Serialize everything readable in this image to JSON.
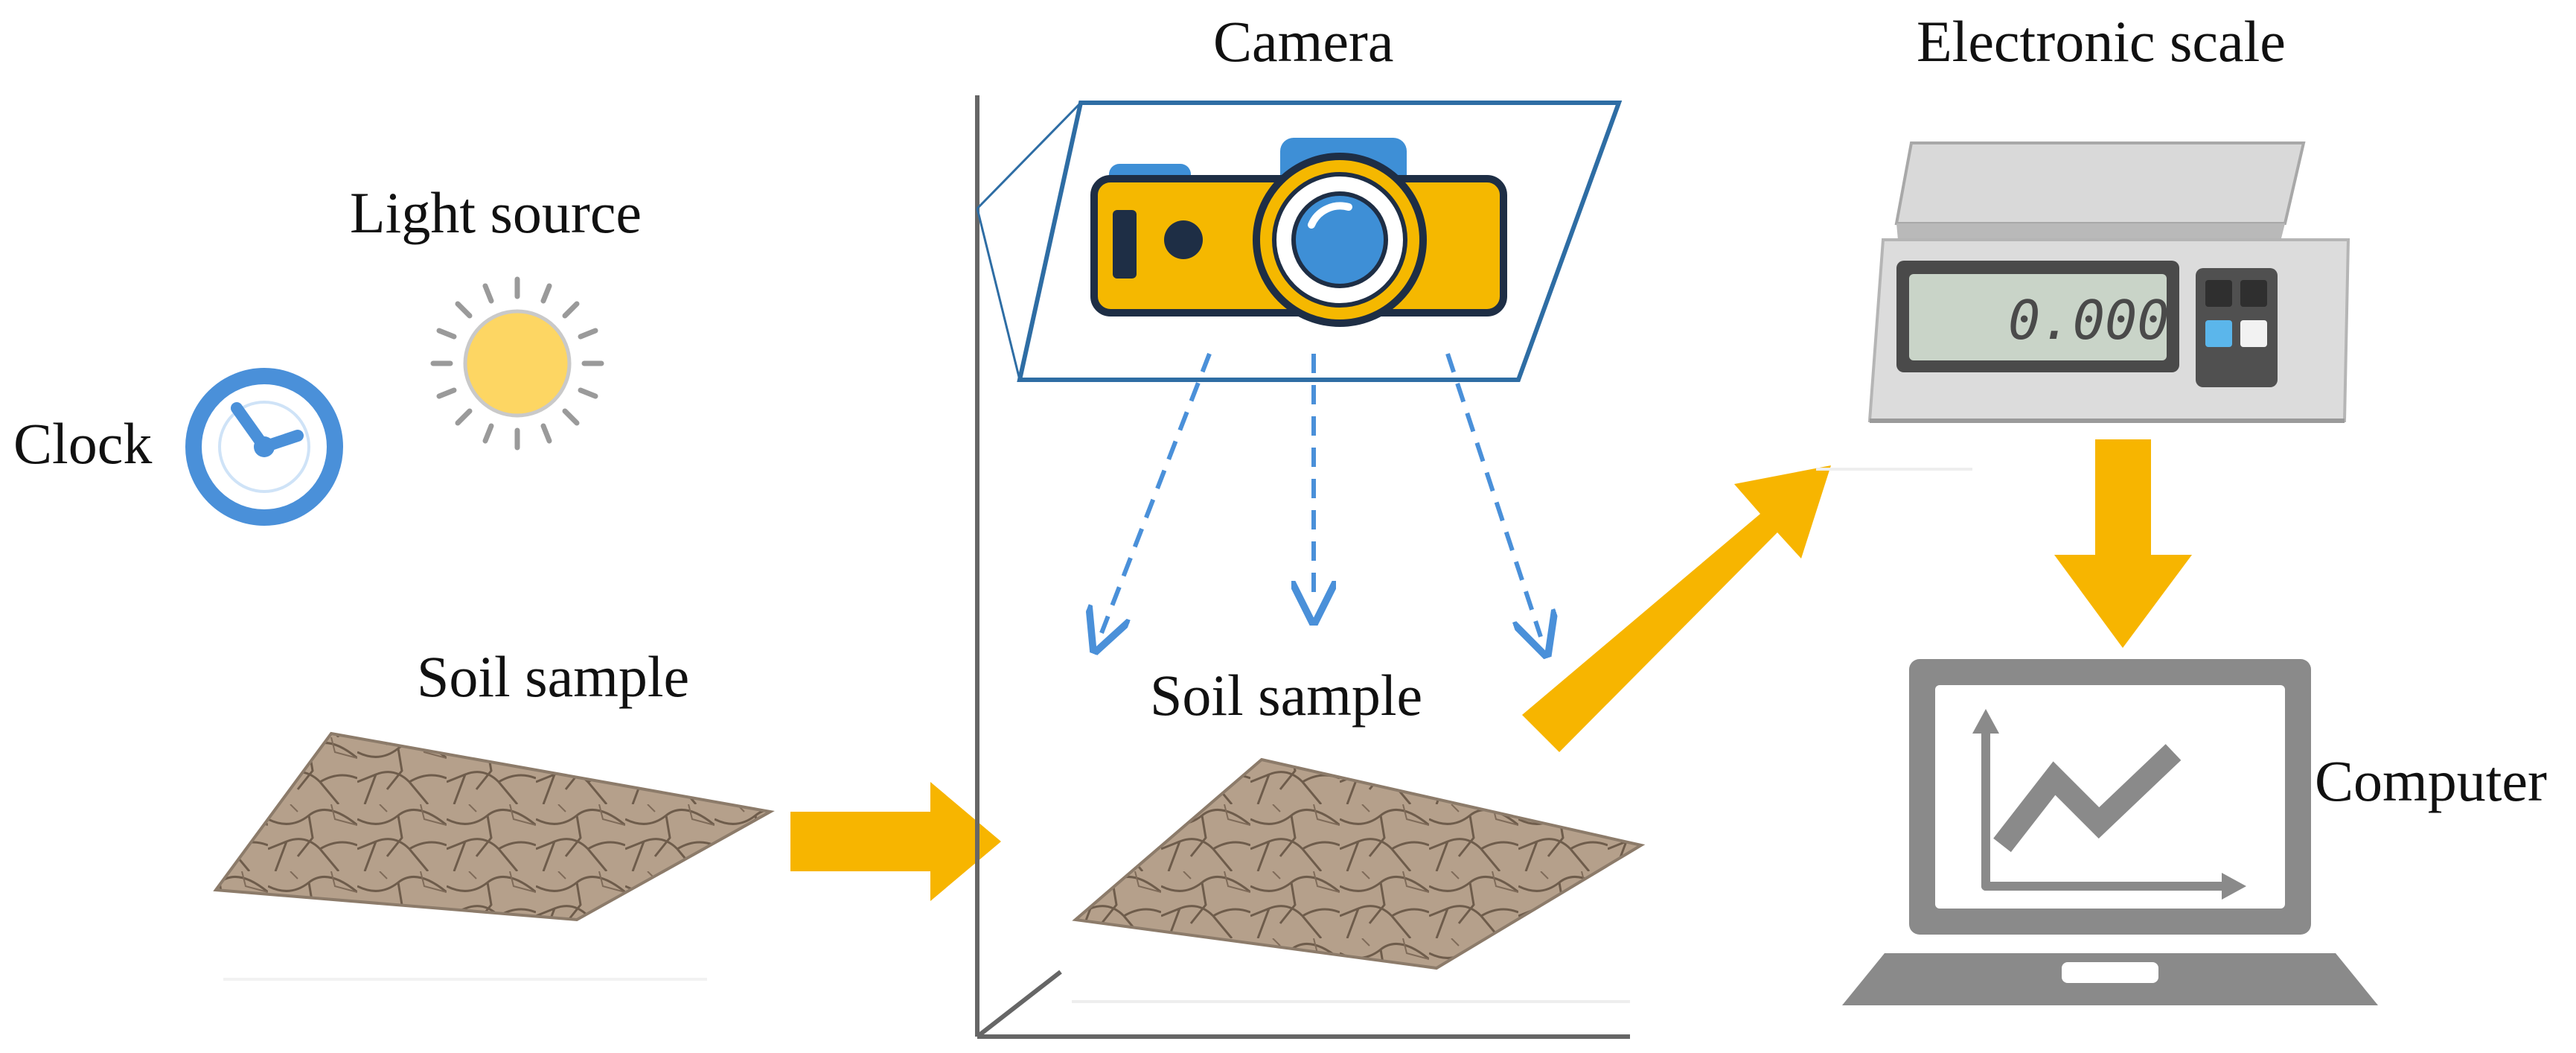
{
  "labels": {
    "camera": "Camera",
    "electronic_scale": "Electronic scale",
    "light_source": "Light source",
    "clock": "Clock",
    "soil_sample_left": "Soil sample",
    "soil_sample_center": "Soil sample",
    "computer": "Computer"
  },
  "scale_display": "0.000",
  "icons": {
    "camera": "camera-icon",
    "sun": "sun-icon",
    "clock": "clock-icon",
    "scale": "electronic-scale-icon",
    "laptop": "laptop-chart-icon"
  },
  "colors": {
    "arrow_orange": "#F7B500",
    "line_blue": "#2E6DA4",
    "icon_blue": "#4A90D9",
    "camera_yellow": "#F5B800",
    "camera_blue": "#3E8FD6",
    "sun_yellow": "#FDD663",
    "soil_brown": "#B09A85",
    "computer_gray": "#8A8A8A"
  }
}
